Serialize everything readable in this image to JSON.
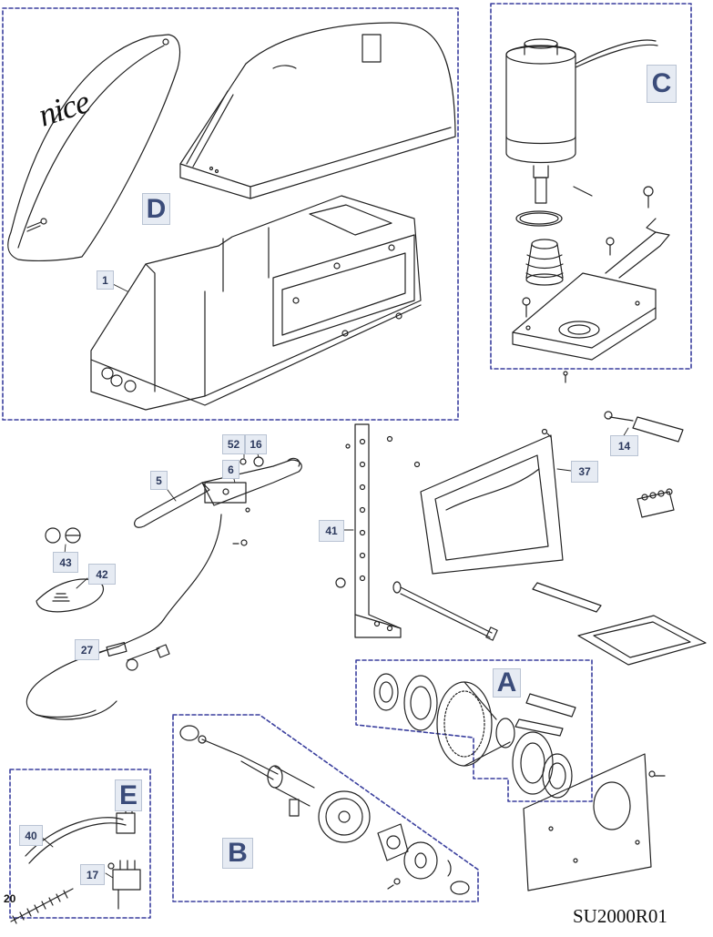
{
  "sections": {
    "A": "A",
    "B": "B",
    "C": "C",
    "D": "D",
    "E": "E"
  },
  "parts": {
    "p1": "1",
    "p5": "5",
    "p6": "6",
    "p14": "14",
    "p16": "16",
    "p17": "17",
    "p20": "20",
    "p27": "27",
    "p37": "37",
    "p40": "40",
    "p41": "41",
    "p42": "42",
    "p43": "43",
    "p52": "52"
  },
  "brand": "nice",
  "drawing_code": "SU2000R01",
  "colors": {
    "frame": "#3a3f9e",
    "label_bg": "#e6ebf3",
    "line": "#222222"
  }
}
